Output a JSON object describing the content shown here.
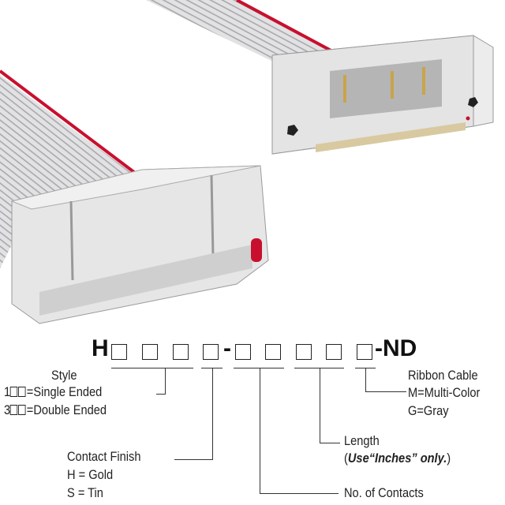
{
  "part_number": {
    "prefix": "H",
    "dash": "-",
    "suffix": "-ND",
    "placeholder_count": 9
  },
  "style": {
    "title": "Style",
    "option1_prefix": "1",
    "option1_label": "=Single Ended",
    "option3_prefix": "3",
    "option3_label": "=Double Ended"
  },
  "contact_finish": {
    "title": "Contact Finish",
    "gold": "H = Gold",
    "tin": "S = Tin"
  },
  "contacts": {
    "title": "No. of Contacts"
  },
  "length": {
    "title": "Length",
    "open": "(",
    "note": "Use“Inches” only.",
    "close": ")"
  },
  "ribbon": {
    "title": "Ribbon Cable",
    "multi": "M=Multi-Color",
    "gray": "G=Gray"
  },
  "colors": {
    "cable": "#d4d4d6",
    "stripe": "#c8102e",
    "connector": "#dcdcdc"
  }
}
